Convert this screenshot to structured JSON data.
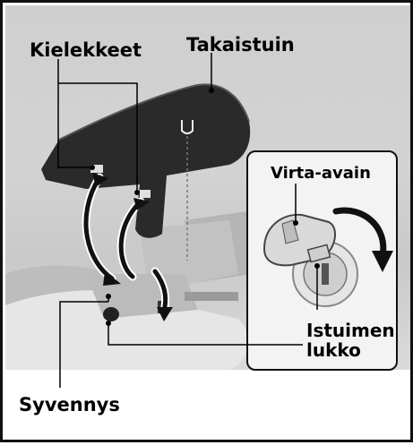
{
  "labels": {
    "tabs": "Kielekkeet",
    "backrest": "Takaistuin",
    "ignition_key": "Virta-avain",
    "seat_lock_line1": "Istuimen",
    "seat_lock_line2": "lukko",
    "recess": "Syvennys"
  },
  "colors": {
    "background": "#ffffff",
    "photo_background": "#d0d0d0",
    "backrest": "#2a2a2a",
    "arrow": "#111111",
    "leader_line": "#000000"
  },
  "icons": [
    "key-icon",
    "rotation-arrow-icon",
    "lock-cylinder-icon",
    "fitting-arrow-icon"
  ]
}
